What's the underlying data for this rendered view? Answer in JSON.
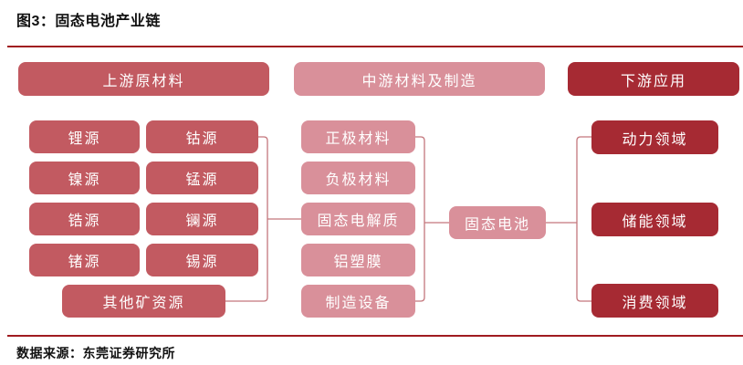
{
  "figure": {
    "title": "图3：固态电池产业链",
    "source": "数据来源：东莞证券研究所"
  },
  "colors": {
    "rose": "#c25a61",
    "pink": "#d9909a",
    "dark_red": "#a62a33",
    "rule": "#a01b20",
    "connector": "#c4767c"
  },
  "headers": {
    "upstream": "上游原材料",
    "midstream": "中游材料及制造",
    "downstream": "下游应用"
  },
  "upstream": {
    "items": [
      "锂源",
      "钴源",
      "镍源",
      "锰源",
      "锆源",
      "镧源",
      "锗源",
      "锡源",
      "其他矿资源"
    ]
  },
  "midstream": {
    "items": [
      "正极材料",
      "负极材料",
      "固态电解质",
      "铝塑膜",
      "制造设备"
    ],
    "hub": "固态电池"
  },
  "downstream": {
    "items": [
      "动力领域",
      "储能领域",
      "消费领域"
    ]
  }
}
